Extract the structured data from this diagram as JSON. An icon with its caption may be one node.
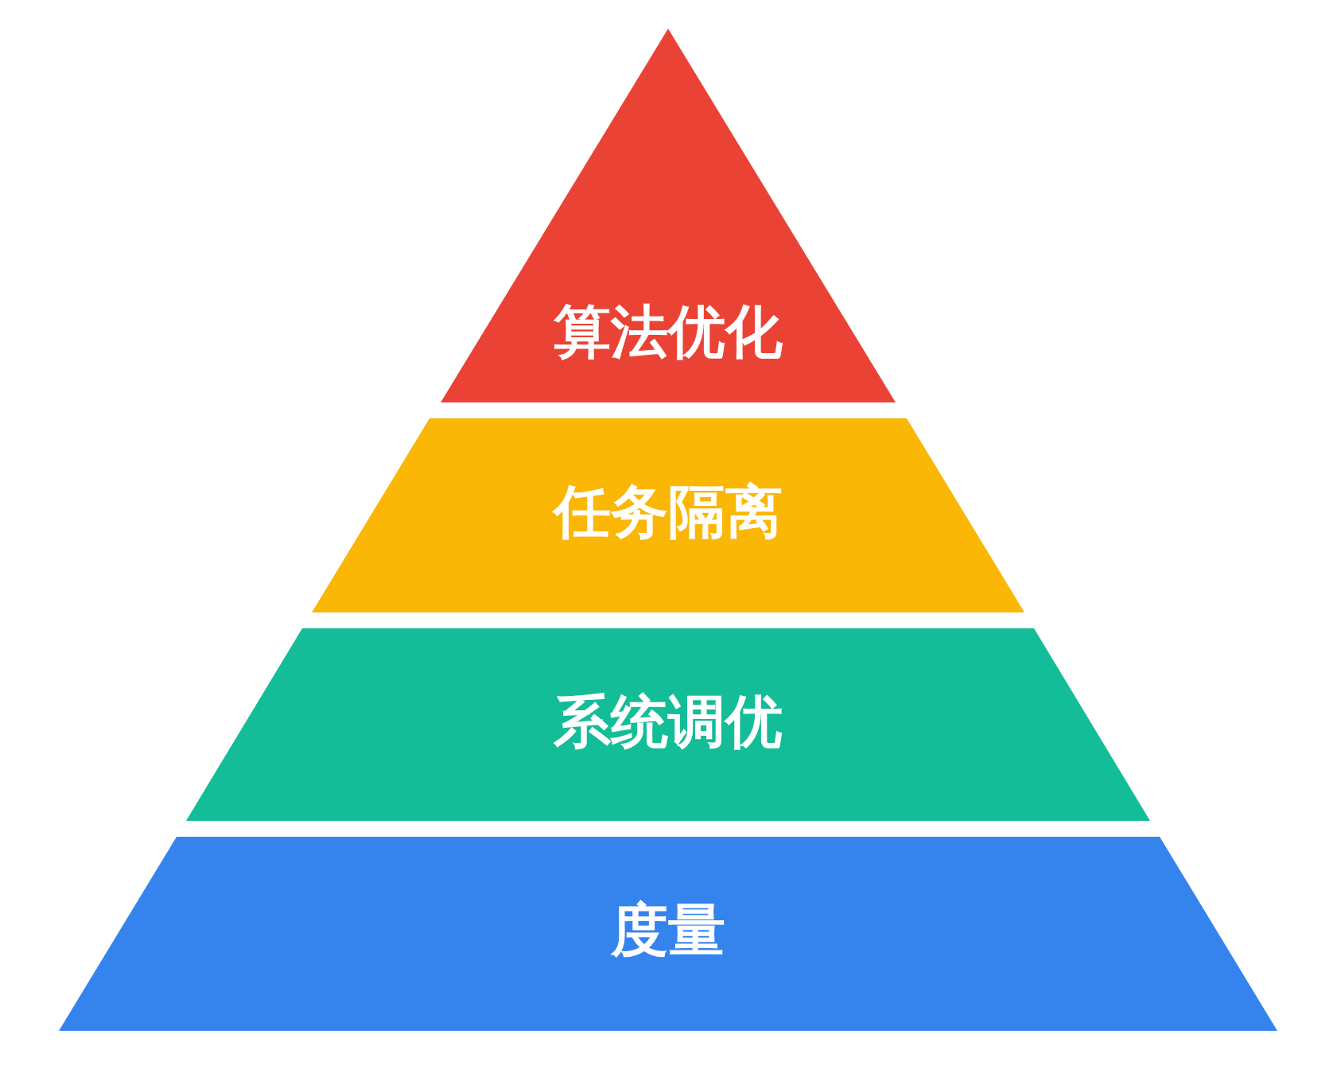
{
  "diagram": {
    "nodes": [
      {
        "text": [
          "算法优化"
        ]
      },
      {
        "text": [
          "任务隔离"
        ]
      },
      {
        "text": [
          "系统调优"
        ]
      },
      {
        "text": [
          "度量"
        ]
      }
    ]
  }
}
